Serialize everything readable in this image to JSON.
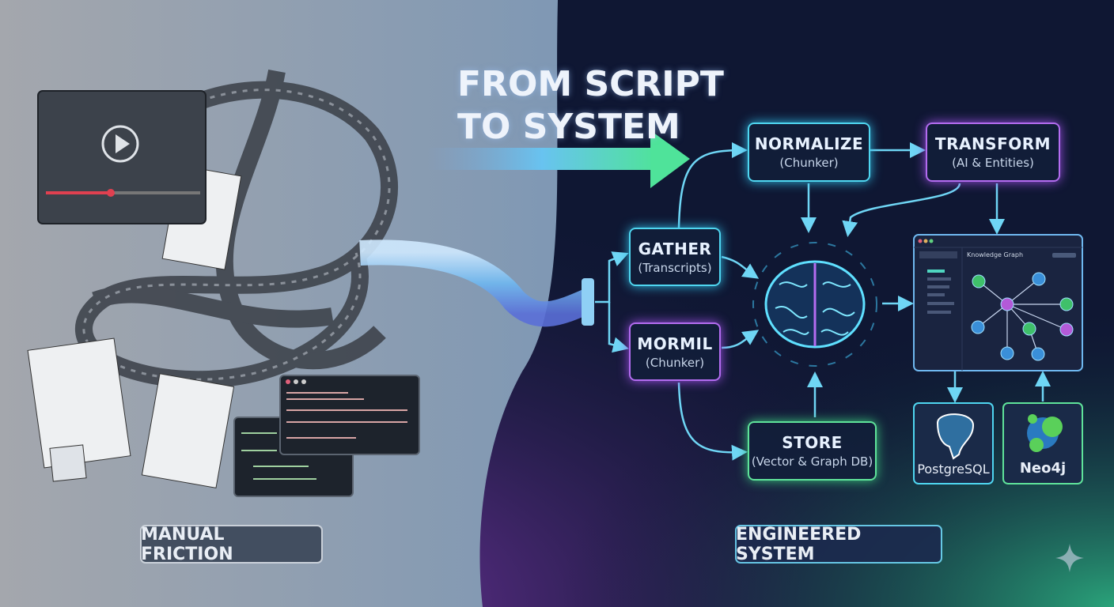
{
  "title": {
    "line1": "FROM SCRIPT",
    "line2": "TO SYSTEM"
  },
  "left_label": "MANUAL FRICTION",
  "right_label": "ENGINEERED SYSTEM",
  "nodes": {
    "normalize": {
      "title": "NORMALIZE",
      "subtitle": "(Chunker)"
    },
    "transform": {
      "title": "TRANSFORM",
      "subtitle": "(AI & Entities)"
    },
    "gather": {
      "title": "GATHER",
      "subtitle": "(Transcripts)"
    },
    "mormil": {
      "title": "MORMIL",
      "subtitle": "(Chunker)"
    },
    "store": {
      "title": "STORE",
      "subtitle": "(Vector & Graph DB)"
    }
  },
  "knowledge_graph": {
    "title": "Knowledge Graph"
  },
  "databases": {
    "postgres": "PostgreSQL",
    "neo4j": "Neo4j"
  },
  "colors": {
    "cyan": "#4fd6f0",
    "purple": "#b36cf0",
    "green": "#5fe39a",
    "navy": "#0f1733"
  }
}
